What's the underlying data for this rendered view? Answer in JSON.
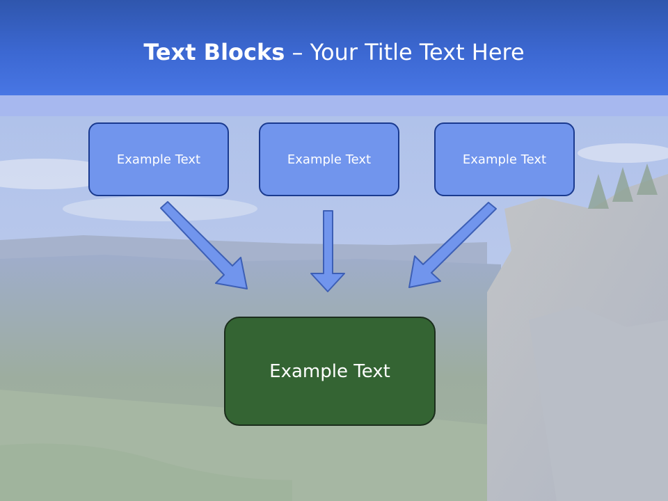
{
  "slide": {
    "title_bold": "Text Blocks",
    "title_separator": " – ",
    "title_rest": "Your Title Text Here",
    "top_blocks": [
      "Example Text",
      "Example Text",
      "Example Text"
    ],
    "bottom_block": "Example Text"
  },
  "colors": {
    "title_bar": "#3c68d2",
    "top_block_fill": "#7195ed",
    "top_block_border": "#1a3a8f",
    "bottom_block_fill": "#346433",
    "arrow_fill": "#7195ed",
    "arrow_stroke": "#3d5fb5"
  },
  "icons": {
    "arrows": [
      "arrow-down-right-icon",
      "arrow-down-icon",
      "arrow-down-left-icon"
    ]
  }
}
